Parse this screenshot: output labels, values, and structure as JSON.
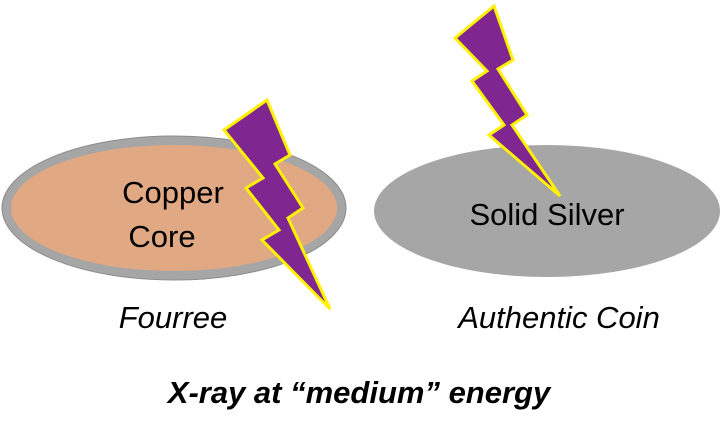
{
  "fourree": {
    "core_line1": "Copper",
    "core_line2": "Core",
    "label": "Fourree",
    "core_color": "#E0A883",
    "rim_color": "#A6A6A6",
    "rim_stroke": "#8C8C8C"
  },
  "authentic": {
    "core_label": "Solid Silver",
    "label": "Authentic Coin",
    "color": "#A6A6A6"
  },
  "xray": {
    "caption": "X-ray at “medium” energy",
    "bolt_fill": "#7F2690",
    "bolt_outline": "#FFF200",
    "icon": "lightning-bolt-icon"
  }
}
